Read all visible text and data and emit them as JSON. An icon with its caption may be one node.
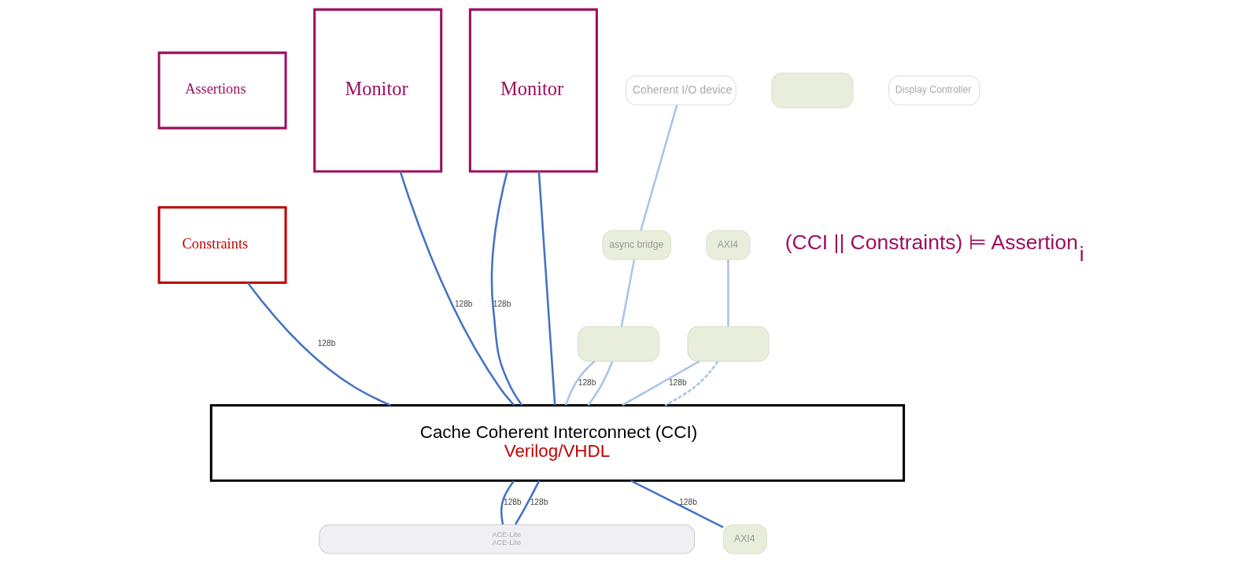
{
  "diagram": {
    "nodes": [
      {
        "text": [
          "Assertions"
        ]
      },
      {
        "text": [
          "Constraints"
        ]
      },
      {
        "text": [
          "Monitor"
        ]
      },
      {
        "text": [
          "Monitor"
        ]
      },
      {
        "text": [
          "Coherent I/O device"
        ]
      },
      {
        "text": [],
        "shape": "box"
      },
      {
        "text": [
          "Display Controller"
        ]
      },
      {
        "text": [
          "async bridge"
        ]
      },
      {
        "text": [
          "AXI4"
        ]
      },
      {
        "text": [],
        "shape": "box"
      },
      {
        "text": [],
        "shape": "box"
      },
      {
        "text": [
          "Cache Coherent Interconnect (CCI)",
          "Verilog/VHDL"
        ]
      },
      {
        "text": [
          "ACE-Lite",
          "ACE-Lite"
        ]
      },
      {
        "text": [
          "AXI4"
        ]
      }
    ],
    "edges": [
      {
        "from": 1,
        "to": 11,
        "arrow": "none",
        "label": "128b"
      },
      {
        "from": 2,
        "to": 11,
        "arrow": "none",
        "label": "128b"
      },
      {
        "from": 3,
        "to": 11,
        "arrow": "none",
        "label": "128b"
      },
      {
        "from": 3,
        "to": 11,
        "arrow": "none"
      },
      {
        "from": 4,
        "to": 7,
        "arrow": "none",
        "color": "#a9c4e8"
      },
      {
        "from": 7,
        "to": 9,
        "arrow": "none",
        "color": "#a9c4e8"
      },
      {
        "from": 9,
        "to": 11,
        "arrow": "none",
        "label": "128b",
        "color": "#a9c4e8"
      },
      {
        "from": 9,
        "to": 11,
        "arrow": "none",
        "color": "#a9c4e8"
      },
      {
        "from": 8,
        "to": 10,
        "arrow": "none",
        "color": "#a9c4e8"
      },
      {
        "from": 10,
        "to": 11,
        "arrow": "none",
        "label": "128b",
        "color": "#a9c4e8"
      },
      {
        "from": 10,
        "to": 11,
        "arrow": "none",
        "style": "dashed",
        "color": "#a9c4e8"
      },
      {
        "from": 11,
        "to": 12,
        "arrow": "none",
        "label": "128b"
      },
      {
        "from": 11,
        "to": 12,
        "arrow": "none",
        "label": "128b"
      },
      {
        "from": 11,
        "to": 13,
        "arrow": "none",
        "label": "128b"
      }
    ],
    "labels": [
      "(CCI || Constraints) ⊨ Assertion$_{i}$"
    ]
  }
}
